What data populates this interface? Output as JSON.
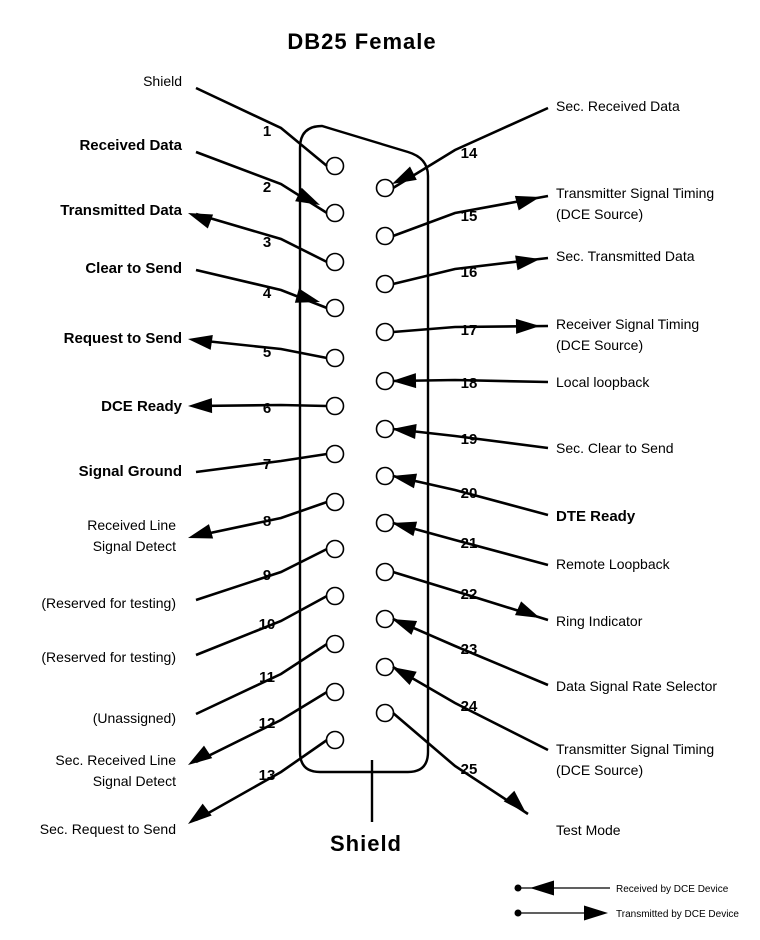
{
  "title": "DB25 Female",
  "shield_label": "Shield",
  "pins_left": [
    {
      "num": "1",
      "label": [
        "Shield"
      ]
    },
    {
      "num": "2",
      "label": [
        "Received Data"
      ]
    },
    {
      "num": "3",
      "label": [
        "Transmitted Data"
      ]
    },
    {
      "num": "4",
      "label": [
        "Clear to Send"
      ]
    },
    {
      "num": "5",
      "label": [
        "Request to Send"
      ]
    },
    {
      "num": "6",
      "label": [
        "DCE Ready"
      ]
    },
    {
      "num": "7",
      "label": [
        "Signal Ground"
      ]
    },
    {
      "num": "8",
      "label": [
        "Received Line",
        "Signal Detect"
      ]
    },
    {
      "num": "9",
      "label": [
        "(Reserved for testing)"
      ]
    },
    {
      "num": "10",
      "label": [
        "(Reserved for testing)"
      ]
    },
    {
      "num": "11",
      "label": [
        "(Unassigned)"
      ]
    },
    {
      "num": "12",
      "label": [
        "Sec. Received Line",
        "Signal Detect"
      ]
    },
    {
      "num": "13",
      "label": [
        "Sec. Request to Send"
      ]
    }
  ],
  "pins_right": [
    {
      "num": "14",
      "label": [
        "Sec. Received Data"
      ]
    },
    {
      "num": "15",
      "label": [
        "Transmitter Signal Timing",
        "(DCE Source)"
      ]
    },
    {
      "num": "16",
      "label": [
        "Sec. Transmitted Data"
      ]
    },
    {
      "num": "17",
      "label": [
        "Receiver Signal Timing",
        "(DCE Source)"
      ]
    },
    {
      "num": "18",
      "label": [
        "Local loopback"
      ]
    },
    {
      "num": "19",
      "label": [
        "Sec. Clear to Send"
      ]
    },
    {
      "num": "20",
      "label": [
        "DTE Ready"
      ]
    },
    {
      "num": "21",
      "label": [
        "Remote Loopback"
      ]
    },
    {
      "num": "22",
      "label": [
        "Ring Indicator"
      ]
    },
    {
      "num": "23",
      "label": [
        "Data Signal Rate Selector"
      ]
    },
    {
      "num": "24",
      "label": [
        "Transmitter Signal Timing",
        "(DCE Source)"
      ]
    },
    {
      "num": "25",
      "label": [
        "Test Mode"
      ]
    }
  ],
  "legend": {
    "received": "Received by DCE Device",
    "transmitted": "Transmitted by DCE Device"
  }
}
